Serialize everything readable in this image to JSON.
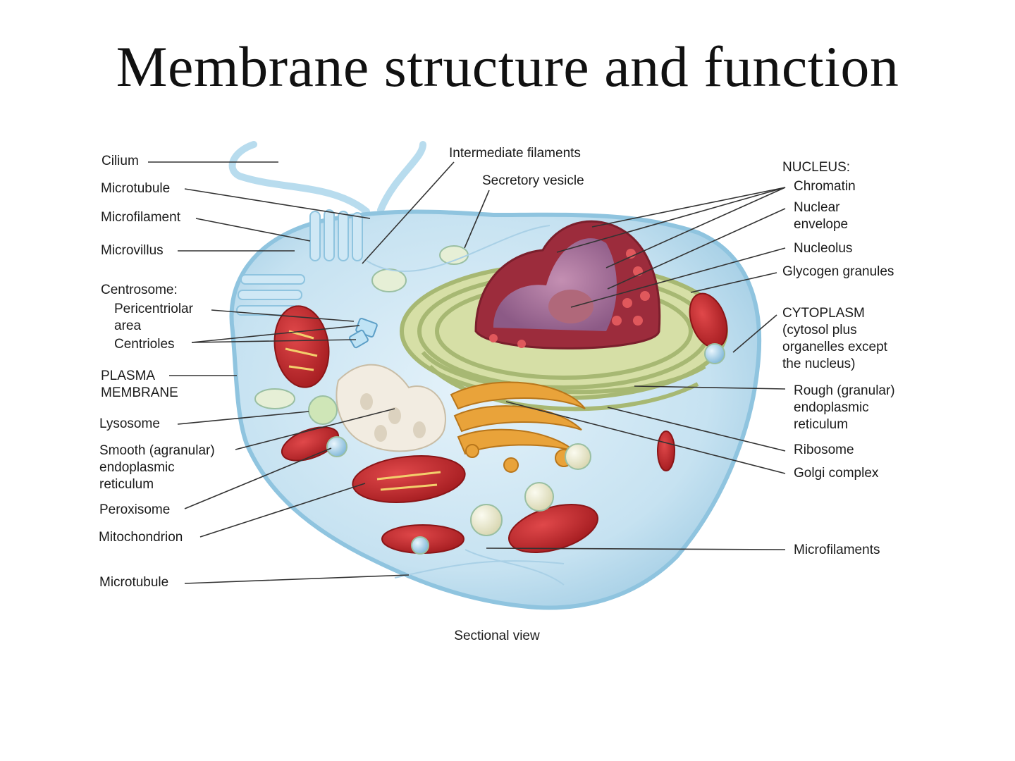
{
  "slide": {
    "title": "Membrane structure and function"
  },
  "diagram": {
    "caption": "Sectional view",
    "labels": {
      "cilium": "Cilium",
      "microtubule_top": "Microtubule",
      "microfilament": "Microfilament",
      "microvillus": "Microvillus",
      "centrosome_heading": "Centrosome:",
      "pericentriolar_1": "Pericentriolar",
      "pericentriolar_2": "area",
      "centrioles": "Centrioles",
      "plasma_membrane_1": "PLASMA",
      "plasma_membrane_2": "MEMBRANE",
      "lysosome": "Lysosome",
      "smooth_er_1": "Smooth (agranular)",
      "smooth_er_2": "endoplasmic",
      "smooth_er_3": "reticulum",
      "peroxisome": "Peroxisome",
      "mitochondrion": "Mitochondrion",
      "microtubule_bottom": "Microtubule",
      "intermediate_filaments": "Intermediate filaments",
      "secretory_vesicle": "Secretory vesicle",
      "nucleus_heading": "NUCLEUS:",
      "chromatin": "Chromatin",
      "nuclear_envelope_1": "Nuclear",
      "nuclear_envelope_2": "envelope",
      "nucleolus": "Nucleolus",
      "glycogen_granules": "Glycogen granules",
      "cytoplasm_1": "CYTOPLASM",
      "cytoplasm_2": "(cytosol plus",
      "cytoplasm_3": "organelles except",
      "cytoplasm_4": "the nucleus)",
      "rough_er_1": "Rough (granular)",
      "rough_er_2": "endoplasmic",
      "rough_er_3": "reticulum",
      "ribosome": "Ribosome",
      "golgi_complex": "Golgi complex",
      "microfilaments": "Microfilaments"
    }
  },
  "colors": {
    "cytoplasm": "#c9e4f2",
    "membrane": "#8fc4df",
    "nucleus": "#9c2c3c",
    "nucleolus": "#b0687a",
    "mitochondrion": "#c0282a",
    "golgi": "#e9a33a",
    "rough_er": "#bcc98a",
    "smooth_er": "#f2ece1",
    "leader_line": "#333333"
  }
}
